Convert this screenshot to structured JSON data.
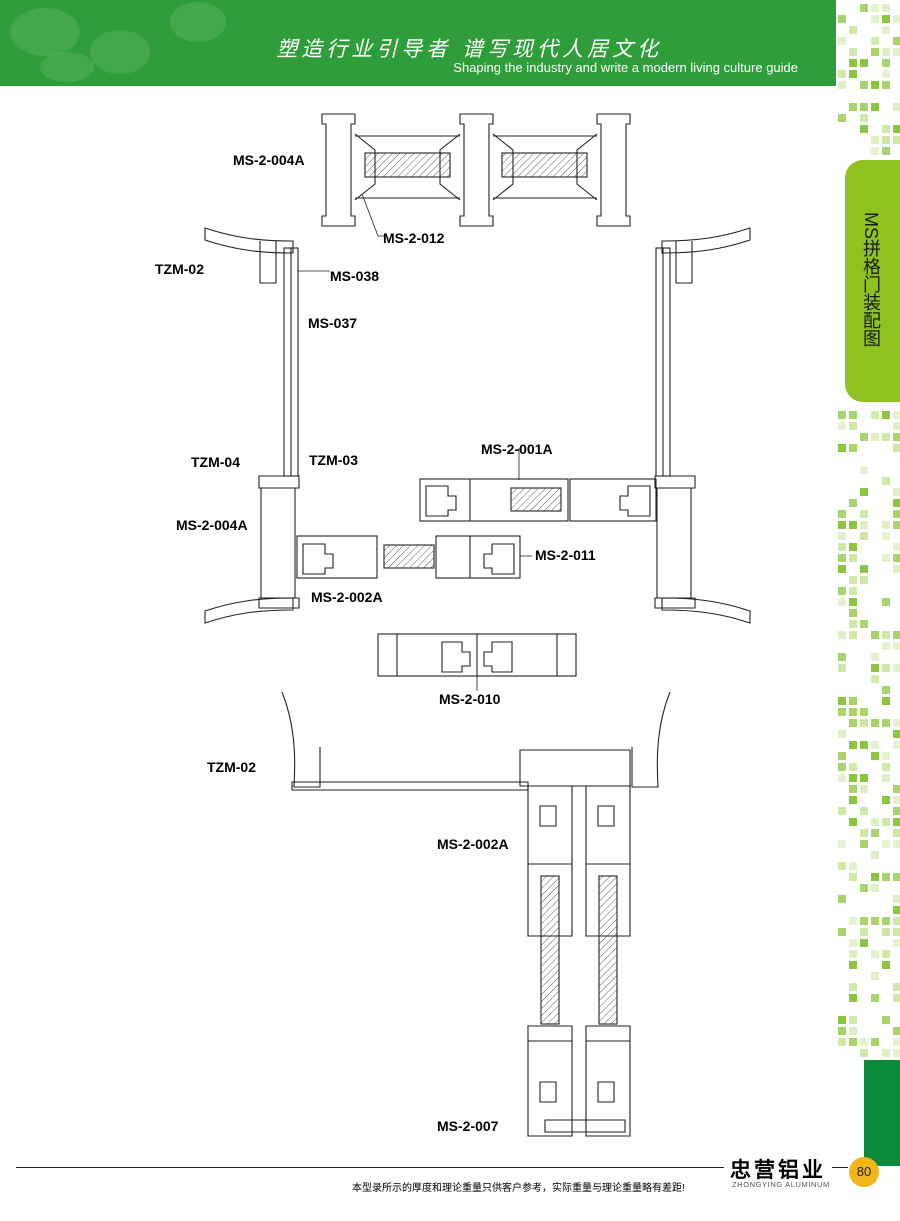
{
  "header": {
    "slogan_cn": "塑造行业引导者 谱写现代人居文化",
    "slogan_en": "Shaping the industry and write a modern living culture guide"
  },
  "side_tab": {
    "title": "MS拼格门装配图",
    "color": "#8dc21f"
  },
  "labels": {
    "ms_2_004a_top": "MS-2-004A",
    "ms_2_012": "MS-2-012",
    "tzm_02_a": "TZM-02",
    "ms_038": "MS-038",
    "ms_037": "MS-037",
    "tzm_04": "TZM-04",
    "tzm_03": "TZM-03",
    "ms_2_001a": "MS-2-001A",
    "ms_2_004a_mid": "MS-2-004A",
    "ms_2_011": "MS-2-011",
    "ms_2_002a_a": "MS-2-002A",
    "ms_2_010": "MS-2-010",
    "tzm_02_b": "TZM-02",
    "ms_2_002a_b": "MS-2-002A",
    "ms_2_007": "MS-2-007"
  },
  "footer": {
    "brand_cn": "忠营铝业",
    "brand_en": "ZHONGYING ALUMINUM",
    "note": "本型录所示的厚度和理论重量只供客户参考，实际重量与理论重量略有差距!",
    "page_number": "80"
  },
  "colors": {
    "header_green": "#2f9e3a",
    "accent_dark_green": "#0a8a3b",
    "page_badge": "#f2b51a"
  }
}
